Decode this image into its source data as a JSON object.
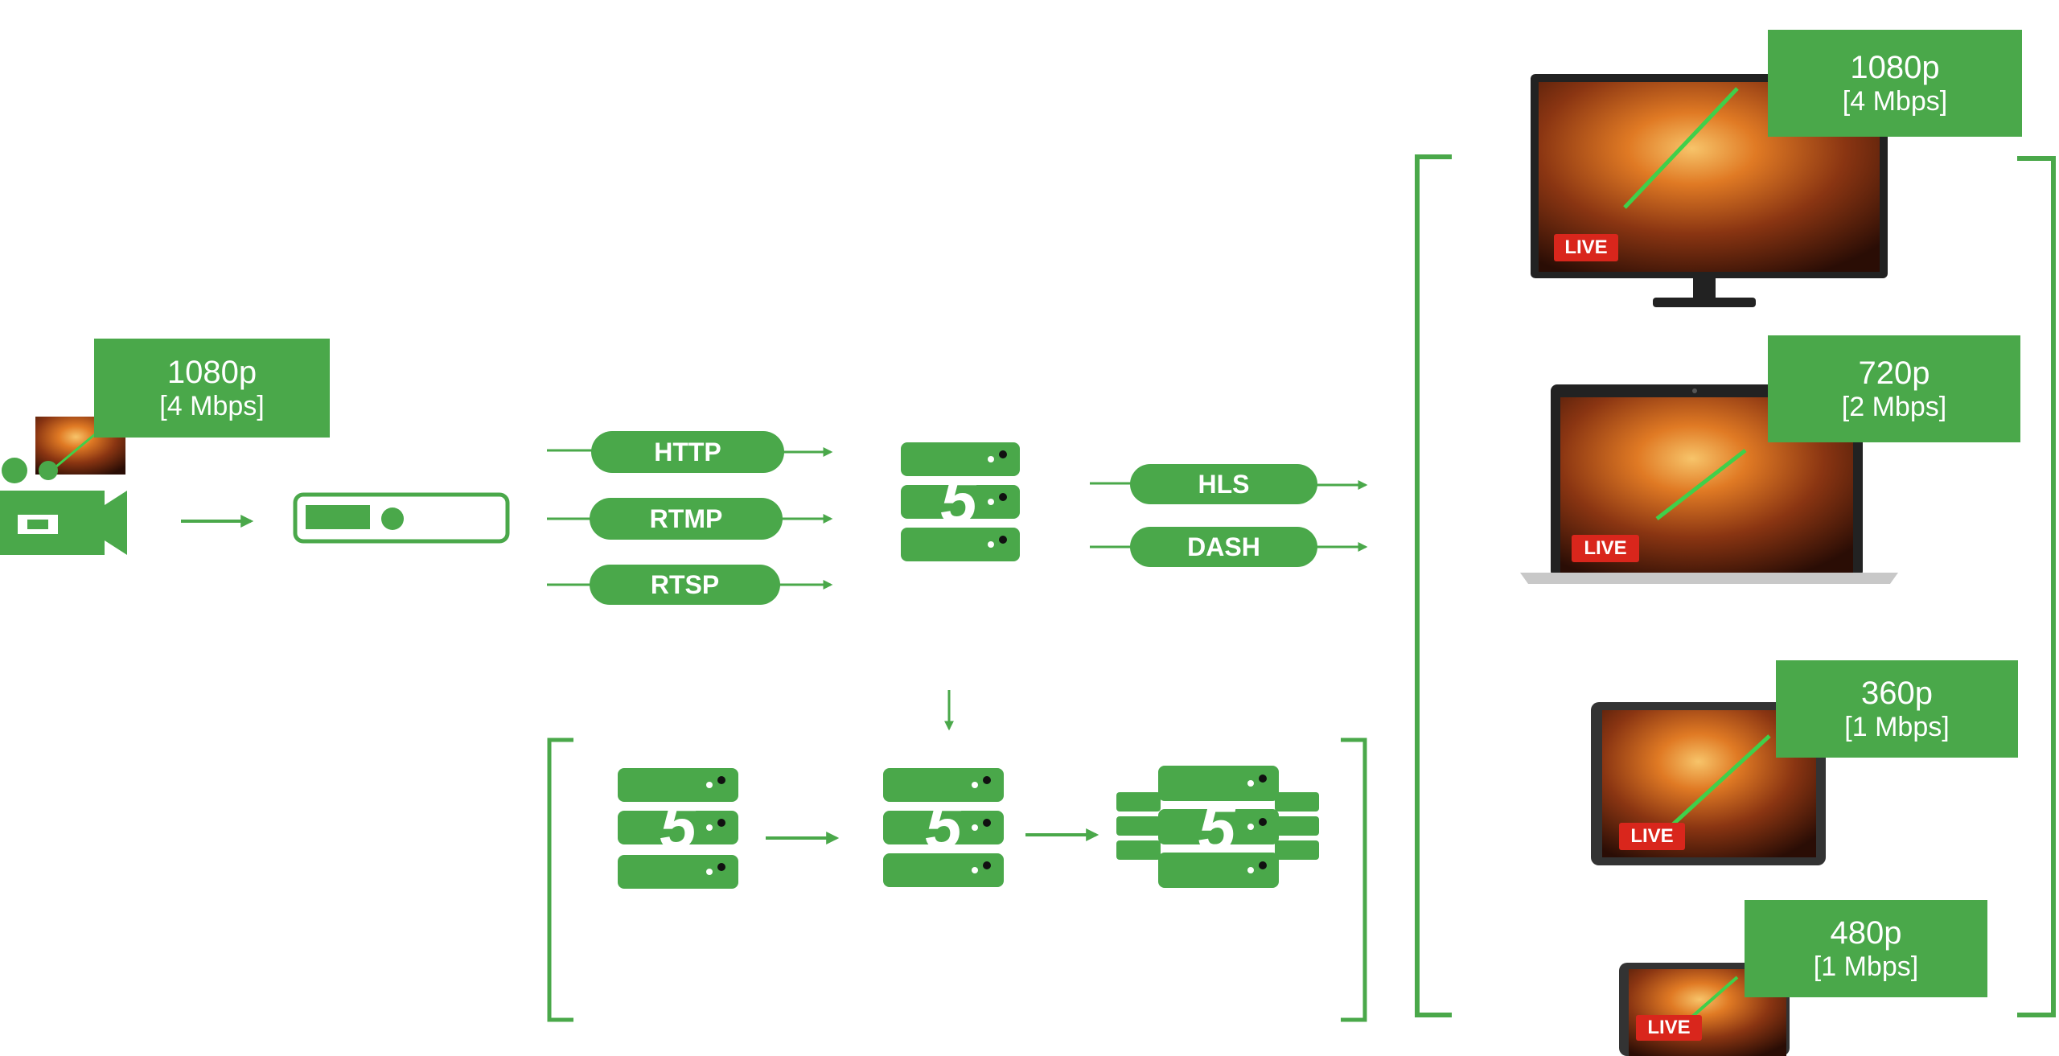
{
  "source": {
    "resolution": "1080p",
    "bitrate": "[4 Mbps]"
  },
  "protocols_in": [
    "HTTP",
    "RTMP",
    "RTSP"
  ],
  "protocols_out": [
    "HLS",
    "DASH"
  ],
  "devices": [
    {
      "type": "monitor",
      "resolution": "1080p",
      "bitrate": "[4 Mbps]",
      "badge": "LIVE"
    },
    {
      "type": "laptop",
      "resolution": "720p",
      "bitrate": "[2 Mbps]",
      "badge": "LIVE"
    },
    {
      "type": "tablet",
      "resolution": "360p",
      "bitrate": "[1 Mbps]",
      "badge": "LIVE"
    },
    {
      "type": "phone",
      "resolution": "480p",
      "bitrate": "[1 Mbps]",
      "badge": "LIVE"
    }
  ],
  "server_logo_glyph": "5",
  "colors": {
    "accent": "#4aa84a",
    "live_badge": "#d9261c",
    "screen_warm": "#c2541a",
    "device_frame": "#222222"
  },
  "icons": [
    "video-camera-icon",
    "encoder-device-icon",
    "media-server-icon",
    "server-cluster-icon",
    "monitor-icon",
    "laptop-icon",
    "tablet-icon",
    "phone-icon",
    "arrow-icon"
  ]
}
